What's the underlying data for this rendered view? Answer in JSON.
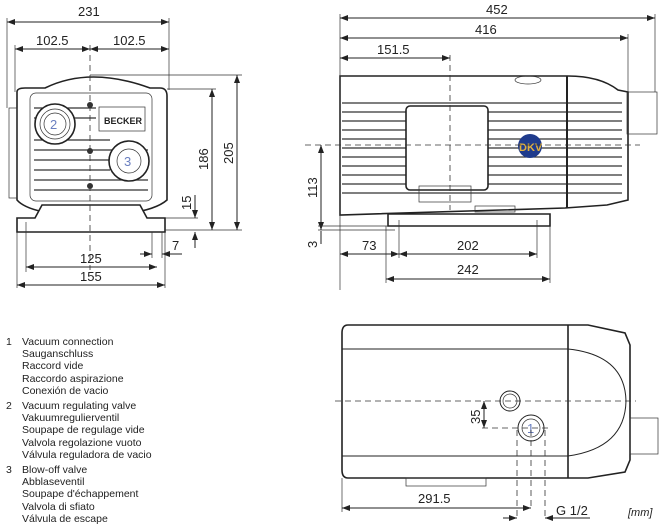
{
  "front_view": {
    "dims": {
      "overall_width": "231",
      "half_left": "102.5",
      "half_right": "102.5",
      "height_total": "205",
      "height_body": "186",
      "foot_height": "15",
      "hole": "7",
      "foot_spacing": "125",
      "base_width": "155"
    },
    "brand_label": "BECKER",
    "port_labels": [
      "2",
      "3"
    ]
  },
  "side_view": {
    "dims": {
      "overall_length": "452",
      "body_length": "416",
      "inlet_offset": "151.5",
      "axis_height": "113",
      "base_offset": "3",
      "foot_offset": "73",
      "foot_spacing": "202",
      "base_length": "242"
    },
    "logo": "DKV"
  },
  "top_view": {
    "dims": {
      "port_offset": "35",
      "port_position": "291.5",
      "thread": "G 1/2"
    },
    "port_label": "1"
  },
  "units": "[mm]",
  "legend": [
    {
      "num": "1",
      "lines": [
        "Vacuum connection",
        "Sauganschluss",
        "Raccord vide",
        "Raccordo aspirazione",
        "Conexión de vacio"
      ]
    },
    {
      "num": "2",
      "lines": [
        "Vacuum regulating valve",
        "Vakuumregulierventil",
        "Soupape de regulage vide",
        "Valvola regolazione vuoto",
        "Válvula reguladora de vacio"
      ]
    },
    {
      "num": "3",
      "lines": [
        "Blow-off valve",
        "Abblaseventil",
        "Soupape d'échappement",
        "Valvola di sfiato",
        "Válvula de escape"
      ]
    }
  ]
}
